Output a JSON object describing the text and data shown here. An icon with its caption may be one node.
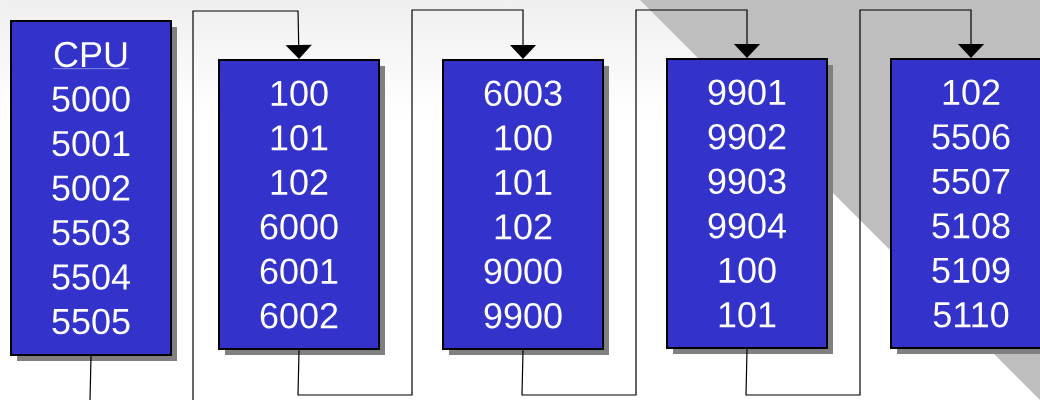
{
  "diagram": {
    "nodes": [
      {
        "text": [
          "CPU",
          "5000",
          "5001",
          "5002",
          "5503",
          "5504",
          "5505"
        ]
      },
      {
        "text": [
          "100",
          "101",
          "102",
          "6000",
          "6001",
          "6002"
        ]
      },
      {
        "text": [
          "6003",
          "100",
          "101",
          "102",
          "9000",
          "9900"
        ]
      },
      {
        "text": [
          "9901",
          "9902",
          "9903",
          "9904",
          "100",
          "101"
        ]
      },
      {
        "text": [
          "102",
          "5506",
          "5507",
          "5108",
          "5109",
          "5110"
        ]
      }
    ],
    "edges": [
      {
        "from": 0,
        "to": null,
        "arrow": "none"
      },
      {
        "from": null,
        "to": 1,
        "arrow": "to"
      },
      {
        "from": 1,
        "to": 2,
        "arrow": "to"
      },
      {
        "from": 2,
        "to": 3,
        "arrow": "to"
      },
      {
        "from": 3,
        "to": 4,
        "arrow": "to"
      }
    ]
  }
}
